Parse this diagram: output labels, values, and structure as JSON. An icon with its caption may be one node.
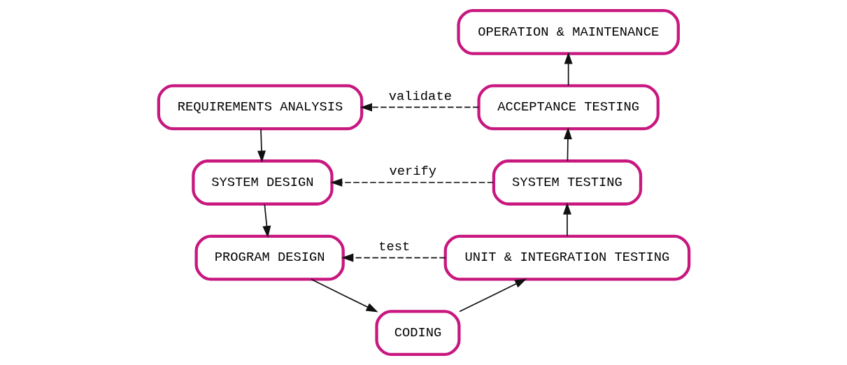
{
  "diagram": {
    "nodes": [
      {
        "text": [
          "REQUIREMENTS ANALYSIS"
        ]
      },
      {
        "text": [
          "SYSTEM DESIGN"
        ]
      },
      {
        "text": [
          "PROGRAM DESIGN"
        ]
      },
      {
        "text": [
          "CODING"
        ]
      },
      {
        "text": [
          "UNIT & INTEGRATION TESTING"
        ]
      },
      {
        "text": [
          "SYSTEM TESTING"
        ]
      },
      {
        "text": [
          "ACCEPTANCE TESTING"
        ]
      },
      {
        "text": [
          "OPERATION & MAINTENANCE"
        ]
      }
    ],
    "edges": [
      {
        "from": 0,
        "to": 1,
        "arrow": "to"
      },
      {
        "from": 1,
        "to": 2,
        "arrow": "to"
      },
      {
        "from": 2,
        "to": 3,
        "arrow": "to"
      },
      {
        "from": 3,
        "to": 4,
        "arrow": "to"
      },
      {
        "from": 4,
        "to": 5,
        "arrow": "to"
      },
      {
        "from": 5,
        "to": 6,
        "arrow": "to"
      },
      {
        "from": 6,
        "to": 7,
        "arrow": "to"
      },
      {
        "from": 6,
        "to": 0,
        "arrow": "to",
        "style": "dashed",
        "label": "validate"
      },
      {
        "from": 5,
        "to": 1,
        "arrow": "to",
        "style": "dashed",
        "label": "verify"
      },
      {
        "from": 4,
        "to": 2,
        "arrow": "to",
        "style": "dashed",
        "label": "test"
      }
    ]
  }
}
